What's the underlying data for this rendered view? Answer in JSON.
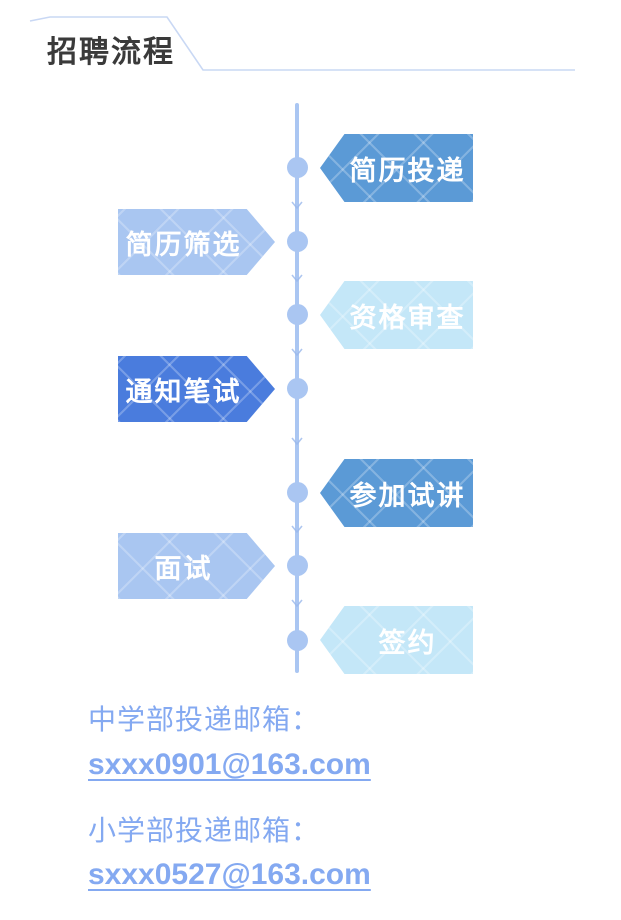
{
  "header": {
    "title": "招聘流程",
    "title_color": "#3a3a3a",
    "accent_line_color": "#c9d8f4"
  },
  "flow": {
    "timeline_color": "#aac6f2",
    "step_text_color": "#ffffff",
    "steps": [
      {
        "label": "简历投递",
        "side": "right",
        "color": "#5b9ad6"
      },
      {
        "label": "简历筛选",
        "side": "left",
        "color": "#a9c6f1"
      },
      {
        "label": "资格审查",
        "side": "right",
        "color": "#c4e7f8"
      },
      {
        "label": "通知笔试",
        "side": "left",
        "color": "#4a7cdd"
      },
      {
        "label": "参加试讲",
        "side": "right",
        "color": "#5b9ad6"
      },
      {
        "label": "面试",
        "side": "left",
        "color": "#a9c6f1"
      },
      {
        "label": "签约",
        "side": "right",
        "color": "#c4e7f8"
      }
    ]
  },
  "contacts": {
    "text_color": "#84a9f1",
    "items": [
      {
        "label": "中学部投递邮箱：",
        "email": "sxxx0901@163.com"
      },
      {
        "label": "小学部投递邮箱：",
        "email": "sxxx0527@163.com"
      }
    ]
  }
}
